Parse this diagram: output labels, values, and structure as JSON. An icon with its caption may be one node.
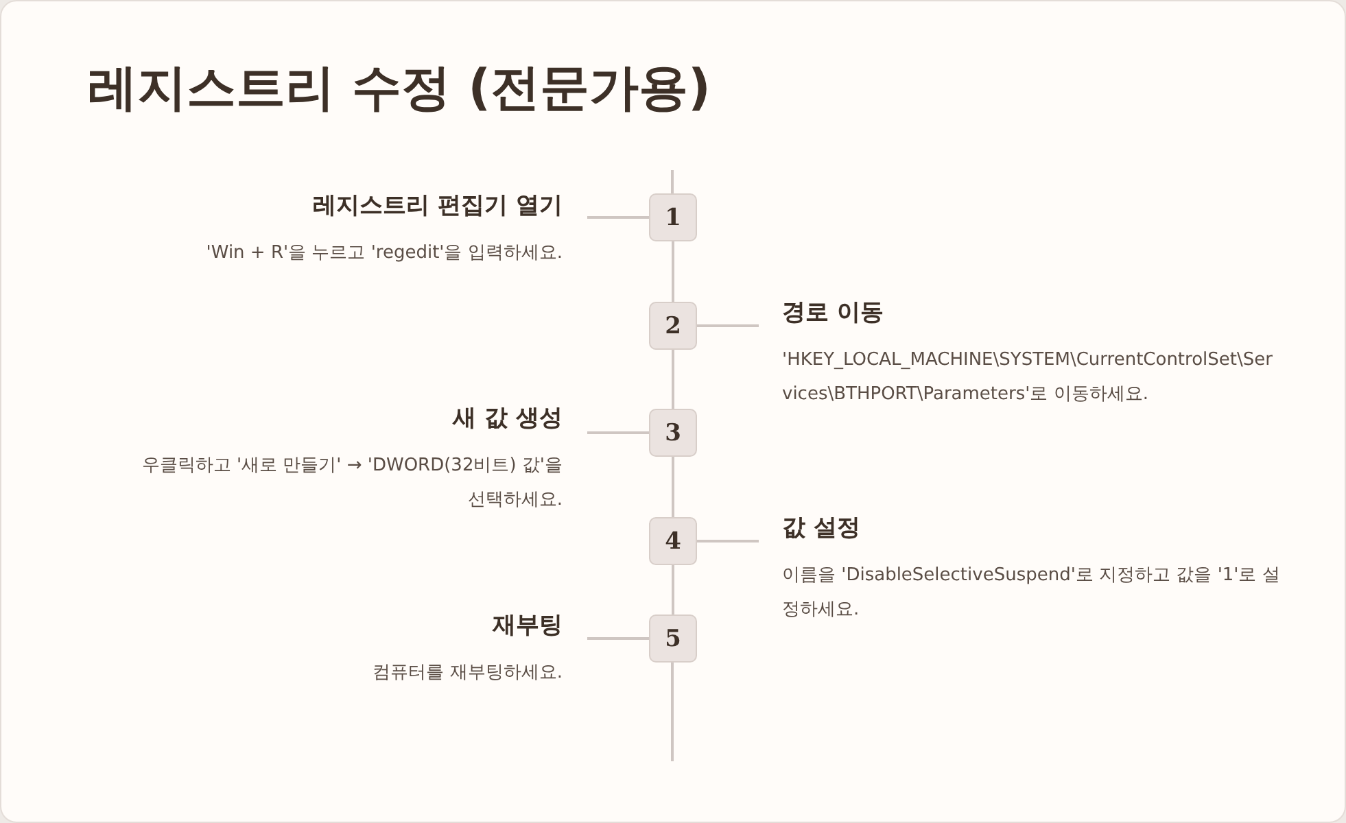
{
  "diagram": {
    "title": "레지스트리 수정 (전문가용)",
    "nodes": [
      {
        "text": [
          "레지스트리 편집기 열기",
          "'Win + R'을 누르고 'regedit'을 입력하세요."
        ]
      },
      {
        "text": [
          "1"
        ]
      },
      {
        "text": [
          "2"
        ]
      },
      {
        "text": [
          "경로 이동",
          "'HKEY_LOCAL_MACHINE\\SYSTEM\\CurrentControlSet\\Services\\BTHPORT\\Parameters'로 이동하세요."
        ]
      },
      {
        "text": [
          "새 값 생성",
          "우클릭하고 '새로 만들기' → 'DWORD(32비트) 값'을 선택하세요."
        ]
      },
      {
        "text": [
          "3"
        ]
      },
      {
        "text": [
          "4"
        ]
      },
      {
        "text": [
          "값 설정",
          "이름을 'DisableSelectiveSuspend'로 지정하고 값을 '1'로 설정하세요."
        ]
      },
      {
        "text": [
          "재부팅",
          "컴퓨터를 재부팅하세요."
        ]
      },
      {
        "text": [
          "5"
        ]
      }
    ],
    "edges": [
      {
        "from": 0,
        "to": 1,
        "arrow": "none"
      },
      {
        "from": 2,
        "to": 3,
        "arrow": "none"
      },
      {
        "from": 4,
        "to": 5,
        "arrow": "none"
      },
      {
        "from": 6,
        "to": 7,
        "arrow": "none"
      },
      {
        "from": 8,
        "to": 9,
        "arrow": "none"
      },
      {
        "from": 1,
        "to": 2,
        "arrow": "none"
      },
      {
        "from": 2,
        "to": 5,
        "arrow": "none"
      },
      {
        "from": 5,
        "to": 6,
        "arrow": "none"
      },
      {
        "from": 6,
        "to": 9,
        "arrow": "none"
      }
    ]
  }
}
